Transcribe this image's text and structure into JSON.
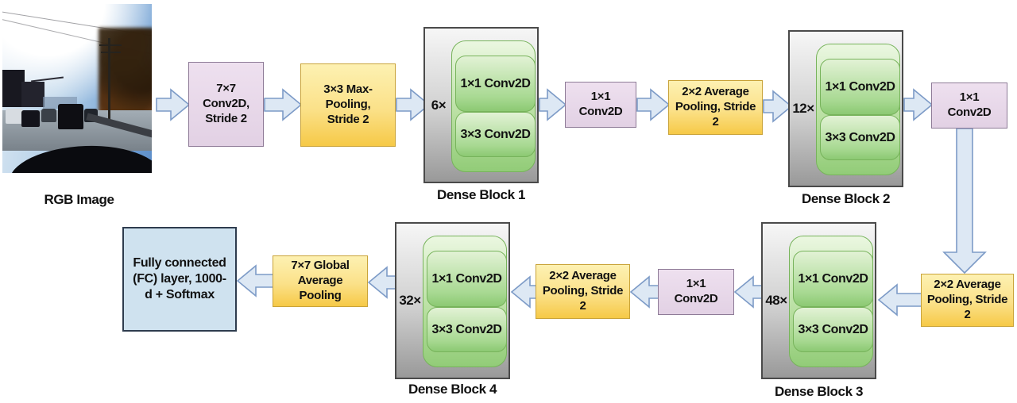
{
  "input": {
    "caption": "RGB Image"
  },
  "nodes": {
    "conv7x7": {
      "label": "7×7 Conv2D, Stride 2"
    },
    "maxpool3x3": {
      "label": "3×3 Max-Pooling, Stride 2"
    },
    "dense1": {
      "multiplier": "6×",
      "conv1": "1×1 Conv2D",
      "conv2": "3×3 Conv2D",
      "caption": "Dense Block 1"
    },
    "conv1x1_t1": {
      "label": "1×1 Conv2D"
    },
    "avgpool_t1": {
      "label": "2×2 Average Pooling, Stride 2"
    },
    "dense2": {
      "multiplier": "12×",
      "conv1": "1×1 Conv2D",
      "conv2": "3×3 Conv2D",
      "caption": "Dense Block 2"
    },
    "conv1x1_t2": {
      "label": "1×1 Conv2D"
    },
    "avgpool_b1": {
      "label": "2×2 Average Pooling, Stride 2"
    },
    "dense3": {
      "multiplier": "48×",
      "conv1": "1×1 Conv2D",
      "conv2": "3×3 Conv2D",
      "caption": "Dense Block 3"
    },
    "conv1x1_b1": {
      "label": "1×1 Conv2D"
    },
    "avgpool_b2": {
      "label": "2×2 Average Pooling, Stride 2"
    },
    "dense4": {
      "multiplier": "32×",
      "conv1": "1×1 Conv2D",
      "conv2": "3×3 Conv2D",
      "caption": "Dense Block 4"
    },
    "gap": {
      "label": "7×7 Global Average Pooling"
    },
    "fc": {
      "label": "Fully connected (FC) layer, 1000-d + Softmax"
    }
  },
  "flow": [
    "RGB Image → 7×7 Conv2D Stride 2 → 3×3 Max-Pooling Stride 2 → Dense Block 1 (6×) → 1×1 Conv2D → 2×2 Average Pooling Stride 2 → Dense Block 2 (12×) → 1×1 Conv2D → 2×2 Average Pooling Stride 2 → Dense Block 3 (48×) → 1×1 Conv2D → 2×2 Average Pooling Stride 2 → Dense Block 4 (32×) → 7×7 Global Average Pooling → Fully connected (FC) layer 1000-d + Softmax"
  ],
  "colors": {
    "conv_box": "#e8d9e9",
    "pool_box_top": "#fdf1b2",
    "pool_box_bottom": "#f6c947",
    "dense_gray_top": "#f6f6f6",
    "dense_gray_bottom": "#999999",
    "green_top": "#e2f2d5",
    "green_bottom": "#8cc973",
    "fc_box": "#cfe2ef",
    "arrow_fill": "#dde8f4",
    "arrow_stroke": "#7d9bc7"
  }
}
